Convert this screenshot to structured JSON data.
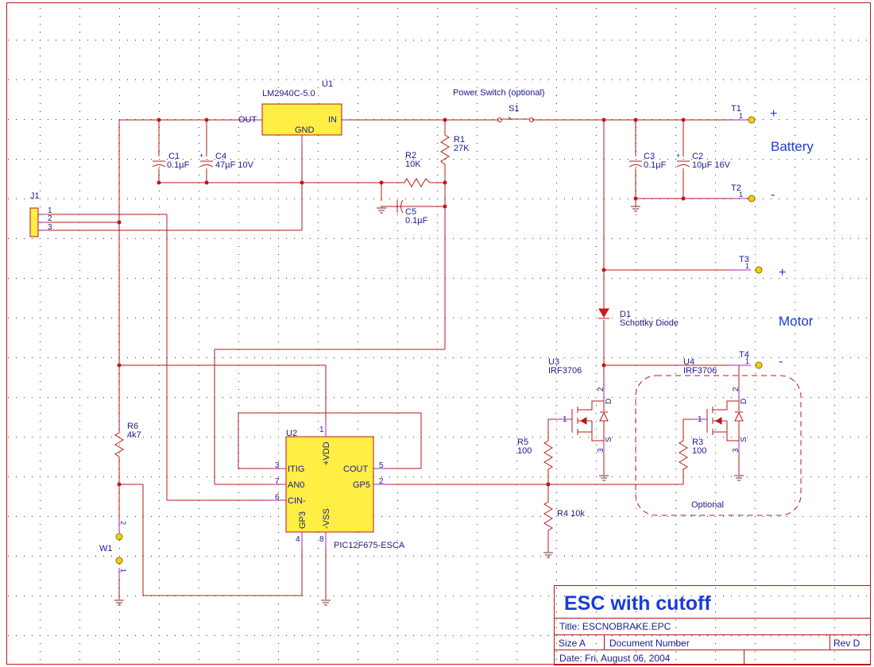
{
  "colors": {
    "wire": "#b81818",
    "pin": "#b01fb0",
    "body": "#ffee44",
    "text": "#1a1a8c",
    "big_text": "#1a3cd8",
    "junction": "#b81818",
    "gnd": "#7a2a2a",
    "grid": "#333333"
  },
  "components": {
    "u1": {
      "ref": "U1",
      "value": "LM2940C-5.0",
      "pin_out": "OUT",
      "pin_in": "IN",
      "pin_gnd": "GND"
    },
    "u2": {
      "ref": "U2",
      "value": "PIC12F675-ESCA",
      "pin_itig": "ITIG",
      "pin_an0": "AN0",
      "pin_cin": "CIN-",
      "pin_cout": "COUT",
      "pin_gp5": "GP5",
      "pin_vdd": "+VDD",
      "pin_vss": "-VSS",
      "pin_gp3": "GP3",
      "n1": "1",
      "n2": "2",
      "n3": "3",
      "n4": "4",
      "n5": "5",
      "n6": "6",
      "n7": "7",
      "n8": "8"
    },
    "u3": {
      "ref": "U3",
      "value": "IRF3706",
      "p1": "1",
      "p2": "2",
      "p3": "3",
      "d": "D",
      "s": "S"
    },
    "u4": {
      "ref": "U4",
      "value": "IRF3706",
      "p1": "1",
      "p2": "2",
      "p3": "3",
      "d": "D",
      "s": "S"
    },
    "c1": {
      "ref": "C1",
      "value": "0.1µF"
    },
    "c2": {
      "ref": "C2",
      "value": "10µF 16V"
    },
    "c3": {
      "ref": "C3",
      "value": "0.1µF"
    },
    "c4": {
      "ref": "C4",
      "value": "47µF 10V"
    },
    "c5": {
      "ref": "C5",
      "value": "0.1µF"
    },
    "r1": {
      "ref": "R1",
      "value": "27K"
    },
    "r2": {
      "ref": "R2",
      "value": "10K"
    },
    "r3": {
      "ref": "R3",
      "value": "100"
    },
    "r4": {
      "ref": "R4 10k"
    },
    "r5": {
      "ref": "R5",
      "value": "100"
    },
    "r6": {
      "ref": "R6",
      "value": "4k7"
    },
    "d1": {
      "ref": "D1",
      "value": "Schottky Diode"
    },
    "s1": {
      "ref": "S1",
      "label": "Power Switch (optional)"
    },
    "j1": {
      "ref": "J1",
      "p1": "1",
      "p2": "2",
      "p3": "3"
    },
    "w1": {
      "ref": "W1",
      "p1": "1",
      "p2": "2"
    },
    "t1": {
      "ref": "T1",
      "pin": "1"
    },
    "t2": {
      "ref": "T2",
      "pin": "1"
    },
    "t3": {
      "ref": "T3",
      "pin": "1"
    },
    "t4": {
      "ref": "T4",
      "pin": "1"
    },
    "plus": "+",
    "plus_small": "+",
    "minus": "-"
  },
  "labels": {
    "battery": "Battery",
    "motor": "Motor",
    "optional": "Optional"
  },
  "title_block": {
    "heading": "ESC with cutoff",
    "title": "Title: ESCNOBRAKE.EPC",
    "size": "Size A",
    "doc_number": "Document Number",
    "rev": "Rev D",
    "date": "Date: Fri, August 06, 2004"
  }
}
